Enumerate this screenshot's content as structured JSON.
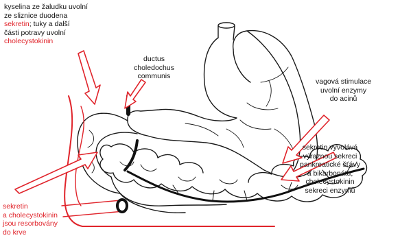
{
  "colors": {
    "outline": "#1a1a1a",
    "duct": "#111111",
    "arrow_red": "#e0242b",
    "label_red": "#e0242b",
    "label_black": "#111111"
  },
  "labels": {
    "stomach_acid": {
      "lines": [
        {
          "text": "kyselina ze žaludku uvolní",
          "red": false
        },
        {
          "text": "ze sliznice duodena",
          "red": false
        },
        {
          "segments": [
            {
              "text": "sekretin",
              "red": true
            },
            {
              "text": "; tuky a další",
              "red": false
            }
          ]
        },
        {
          "text": "části potravy uvolní",
          "red": false
        },
        {
          "text": "cholecystokinin",
          "red": true
        }
      ]
    },
    "ductus": {
      "lines": [
        "ductus",
        "choledochus",
        "communis"
      ]
    },
    "vagal": {
      "lines": [
        "vagová stimulace",
        "uvolní enzymy",
        "do acinů"
      ]
    },
    "secretin_effect": {
      "lines": [
        "sekretin vyvolává",
        "výraznou sekreci",
        "pankreatické šťávy",
        "a bikarbonátu;",
        "cholecystokinin",
        "sekreci enzymů"
      ]
    },
    "absorbed": {
      "lines": [
        "sekretin",
        "a cholecystokinin",
        "jsou resorbovány",
        "do krve"
      ]
    }
  }
}
